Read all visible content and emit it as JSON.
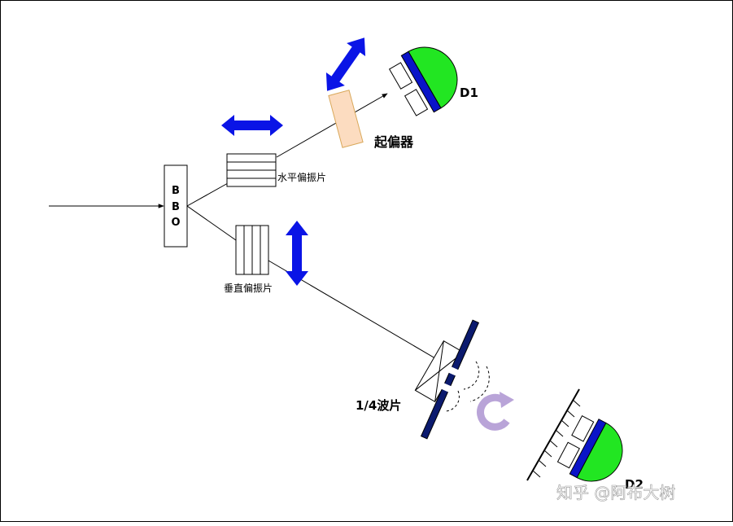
{
  "diagram": {
    "bbo_letters": [
      "B",
      "B",
      "O"
    ],
    "labels": {
      "horizontal_polarizer": "水平偏振片",
      "vertical_polarizer": "垂直偏振片",
      "analyzer": "起偏器",
      "quarter_wave_plate": "1/4波片",
      "detector_1": "D1",
      "detector_2": "D2"
    },
    "watermark": "知乎 @阿布大树",
    "colors": {
      "arrow_blue": "#0a14e6",
      "detector_green": "#22e622",
      "detector_bar": "#0a14c8",
      "analyzer_fill": "#fcdcc0",
      "analyzer_stroke": "#d9a85a",
      "waveplate_dark": "#0b1a6e",
      "circular_arrow": "#b9a4d8"
    }
  }
}
